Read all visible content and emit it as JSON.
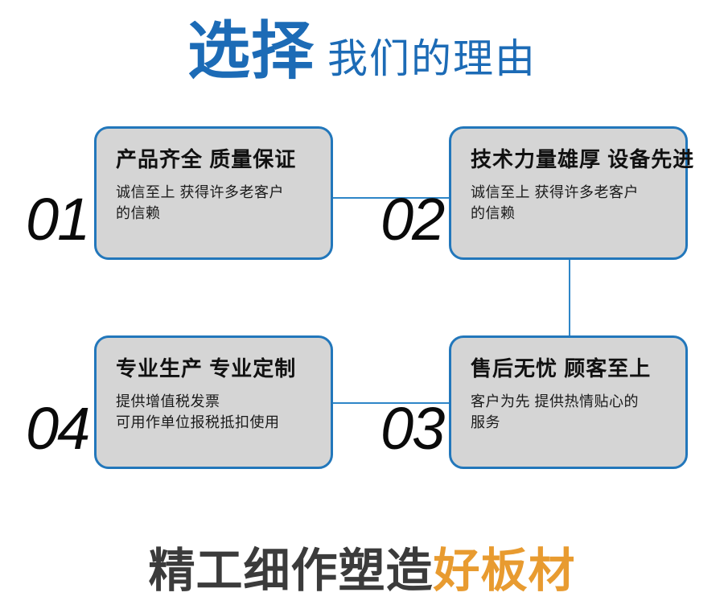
{
  "header": {
    "main_text": "选择",
    "sub_text": "我们的理由",
    "main_color": "#1C6BB6",
    "sub_color": "#1C6BB6"
  },
  "cards": [
    {
      "number": "01",
      "title": "产品齐全 质量保证",
      "body_lines": [
        "诚信至上 获得许多老客户",
        "的信赖"
      ]
    },
    {
      "number": "02",
      "title": "技术力量雄厚 设备先进",
      "body_lines": [
        "诚信至上 获得许多老客户",
        "的信赖"
      ]
    },
    {
      "number": "03",
      "title": "售后无忧 顾客至上",
      "body_lines": [
        "客户为先 提供热情贴心的",
        "服务"
      ]
    },
    {
      "number": "04",
      "title": "专业生产 专业定制",
      "body_lines": [
        "提供增值税发票",
        "可用作单位报税抵扣使用"
      ]
    }
  ],
  "footer": {
    "dark_text": "精工细作塑造",
    "accent_text": "好板材",
    "dark_color": "#3B3B3B",
    "accent_color": "#E89B30"
  },
  "theme": {
    "card_fill": "#D5D5D5",
    "card_border": "#2277BB",
    "connector_color": "#2E86C8",
    "background": "#FFFFFF"
  }
}
